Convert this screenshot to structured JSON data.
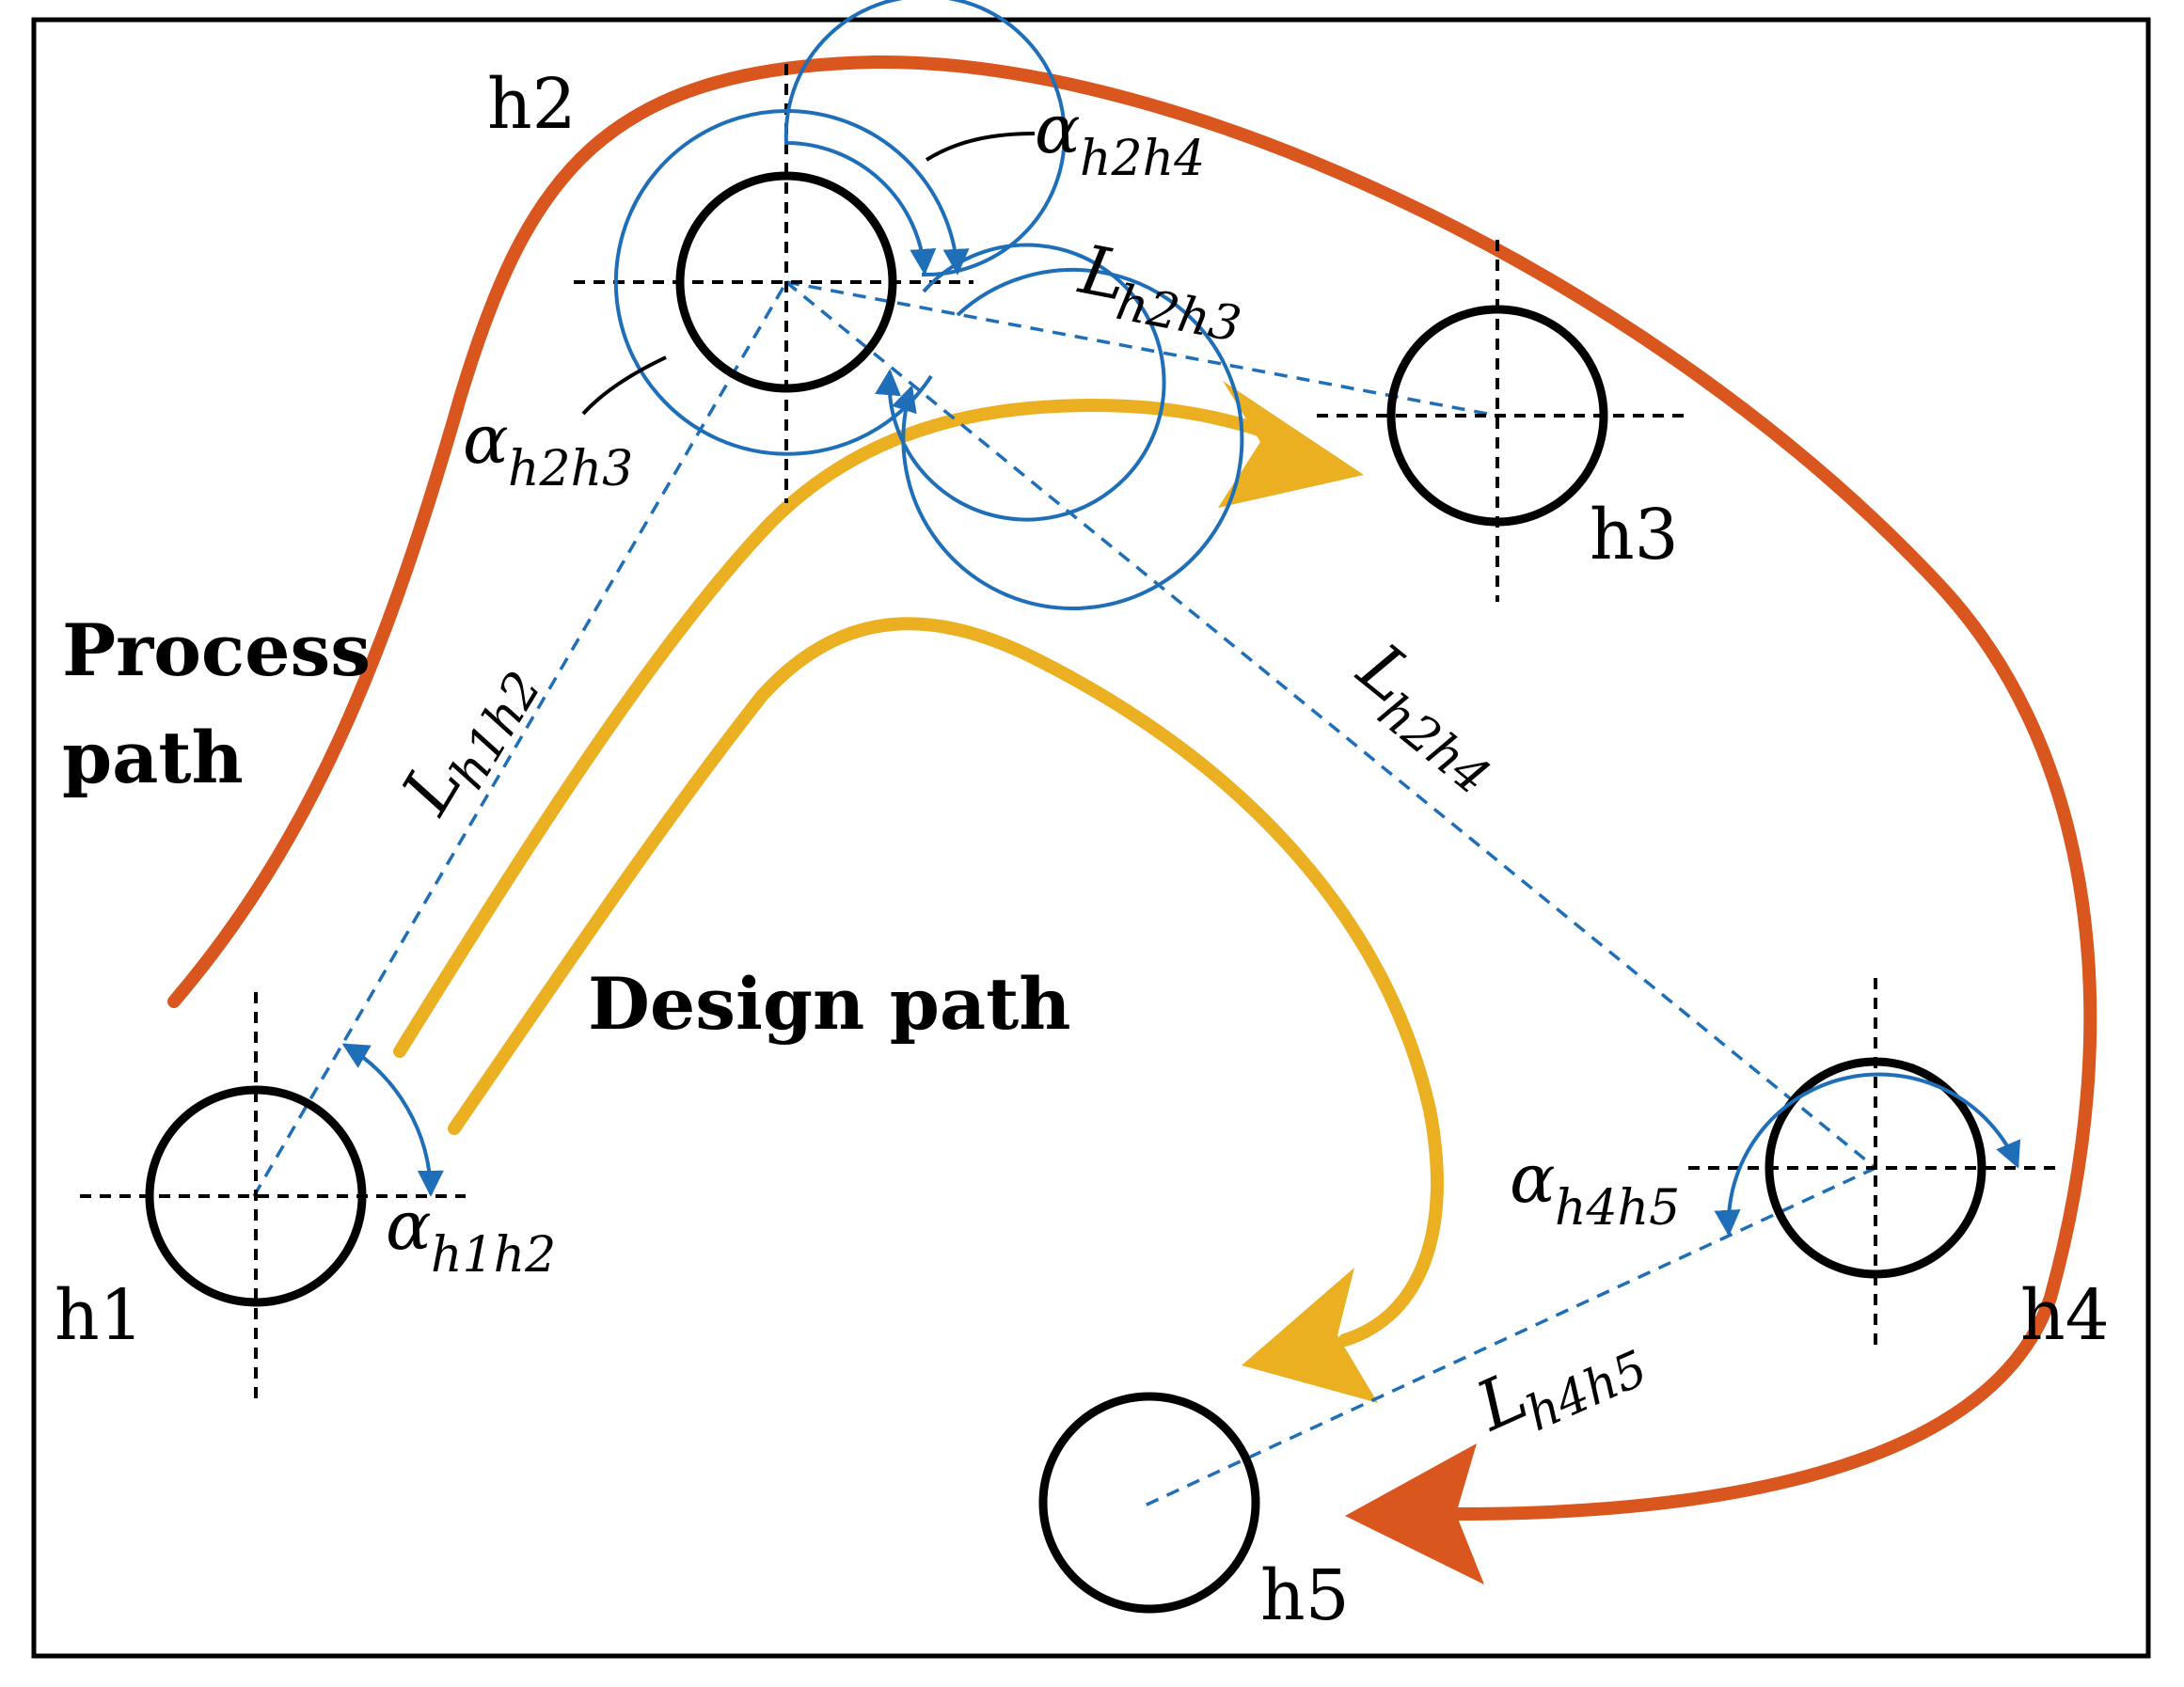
{
  "holes": [
    {
      "id": "h1",
      "label": "h1"
    },
    {
      "id": "h2",
      "label": "h2"
    },
    {
      "id": "h3",
      "label": "h3"
    },
    {
      "id": "h4",
      "label": "h4"
    },
    {
      "id": "h5",
      "label": "h5"
    }
  ],
  "paths": {
    "process_line1": "Process",
    "process_line2": "path",
    "design": "Design path"
  },
  "symbols": {
    "alpha": "α",
    "L": "L",
    "h1h2": "h1h2",
    "h2h3": "h2h3",
    "h2h4": "h2h4",
    "h4h5": "h4h5"
  },
  "colors": {
    "process_path": "#d9561f",
    "design_path": "#ebb021",
    "dimension_lines": "#1f6fb8",
    "outline": "#000000"
  }
}
